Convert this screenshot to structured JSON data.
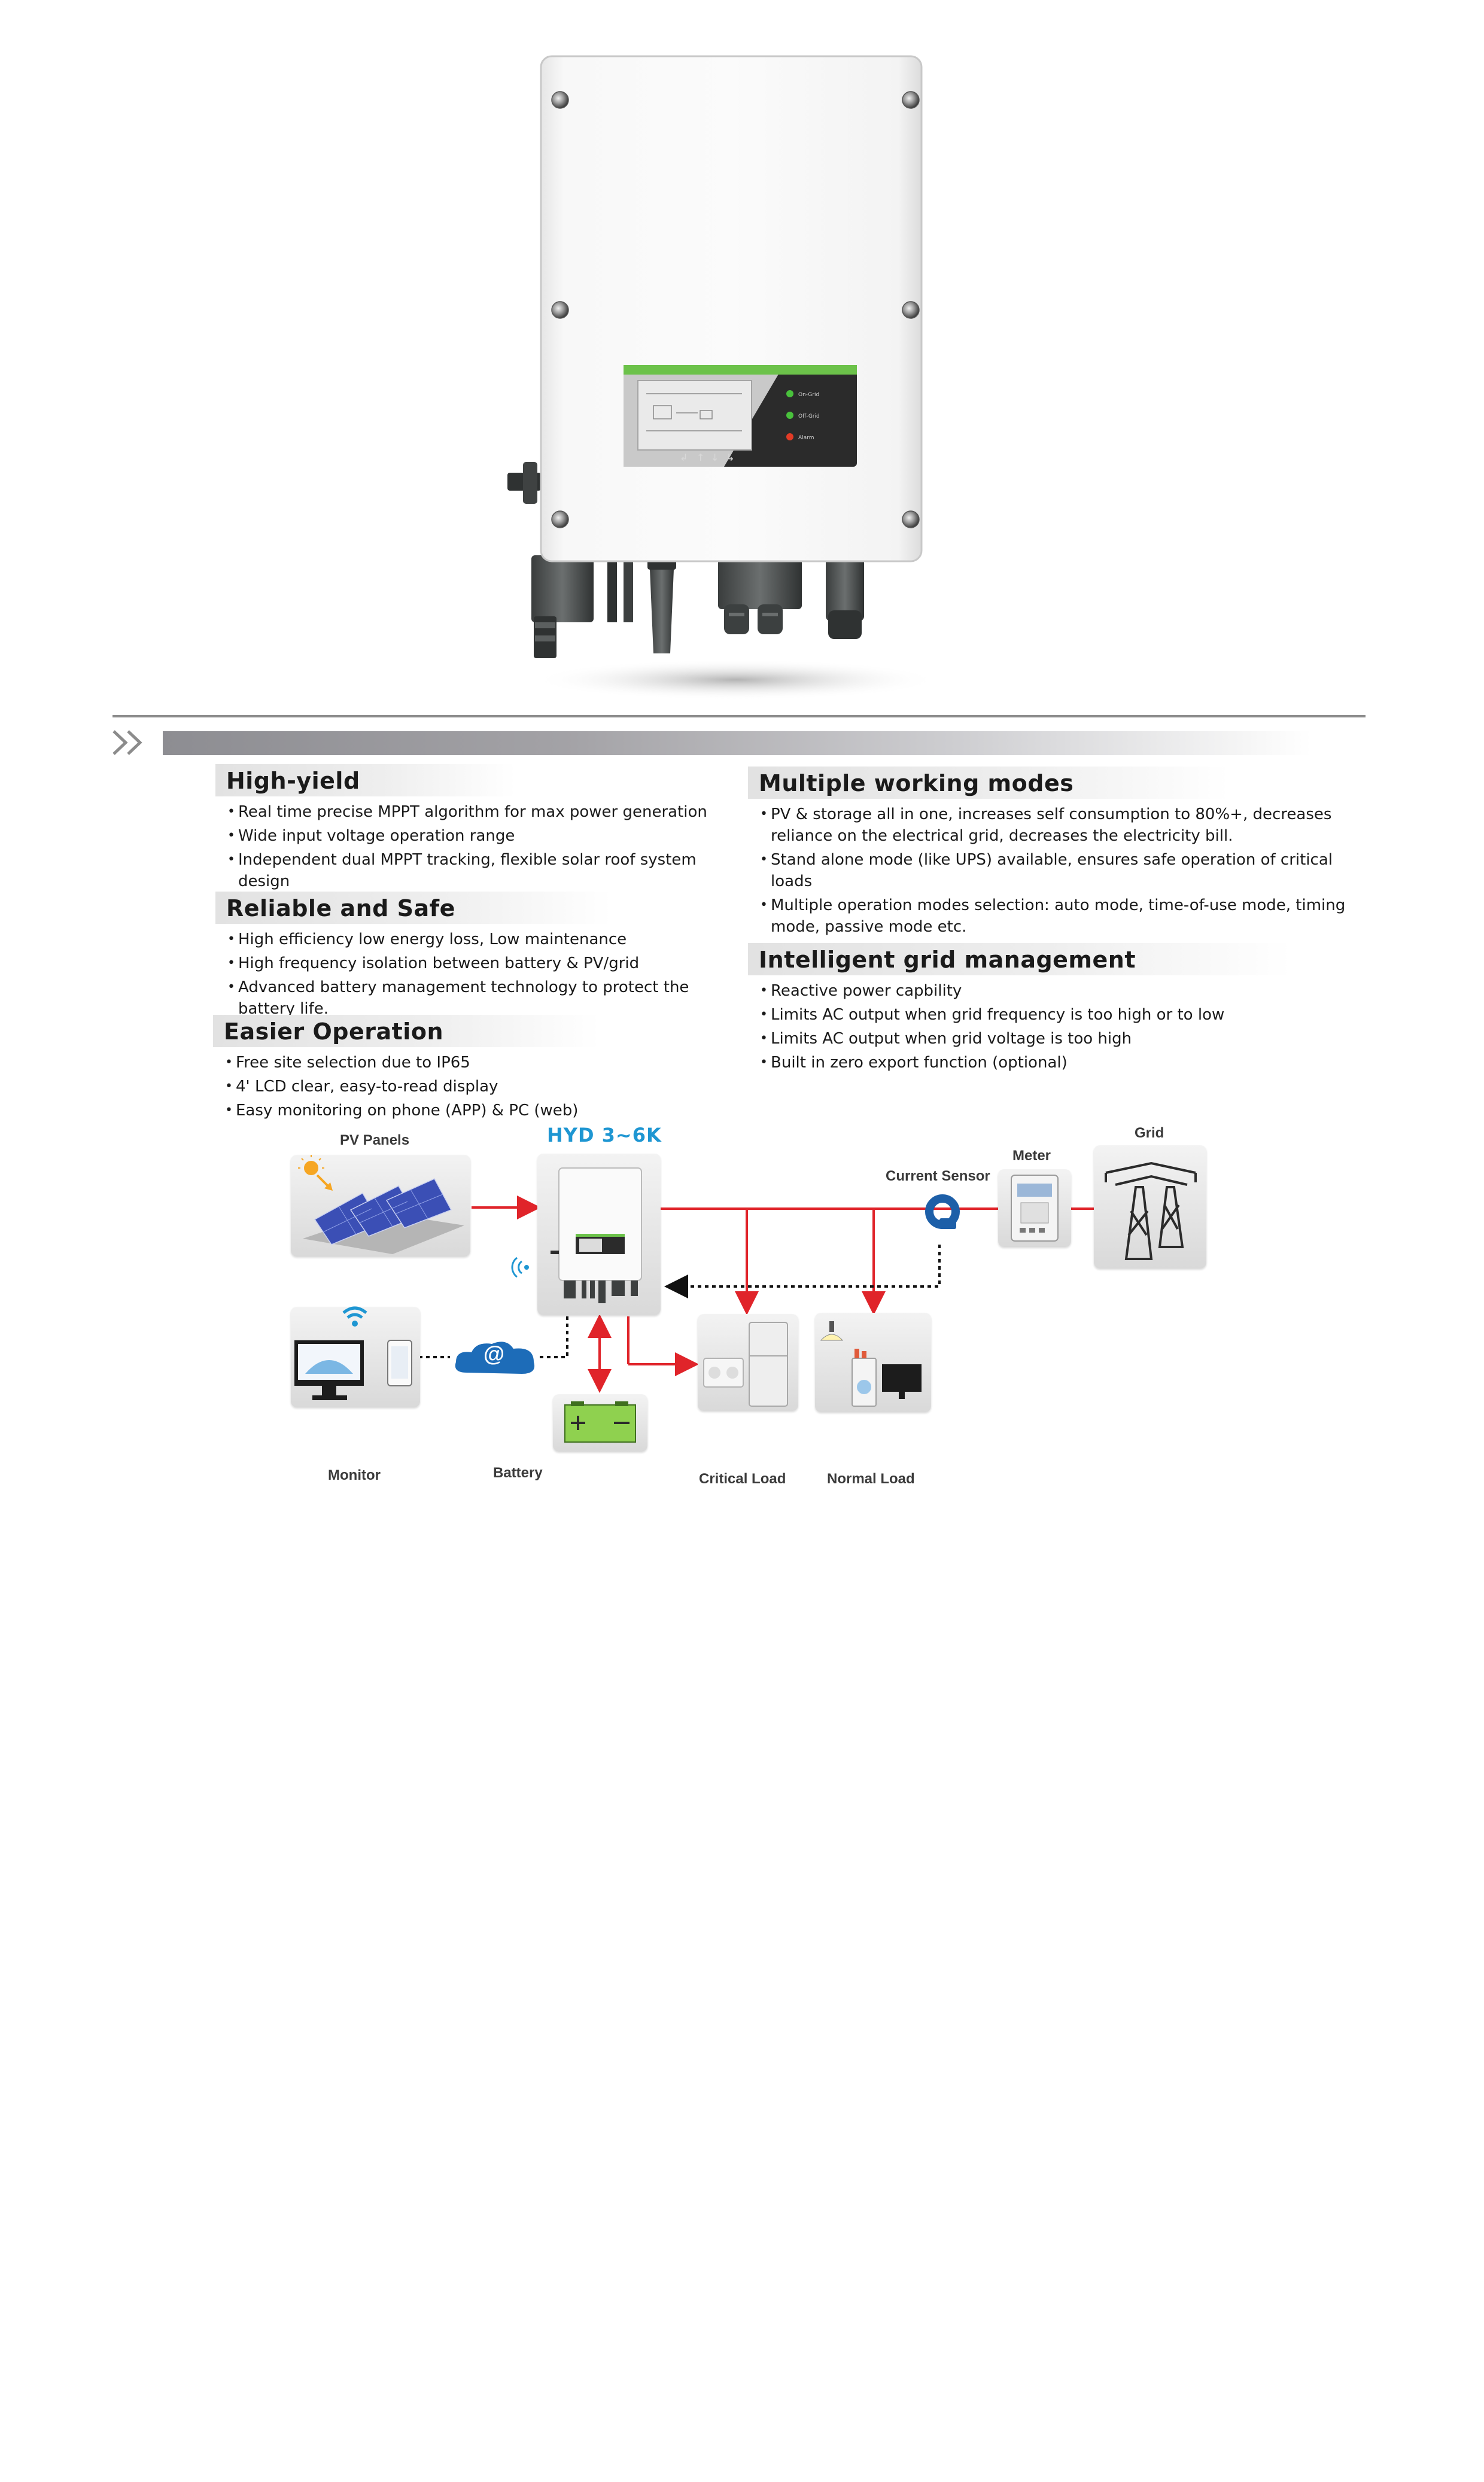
{
  "colors": {
    "title_bg": "#e4e4e4",
    "model_blue": "#1e96d2",
    "flow_red": "#e0242a",
    "battery_green": "#8fd14f",
    "banner_dark": "#8d8d92"
  },
  "product": {
    "panel_indicators": [
      "On-Grid",
      "Off-Grid",
      "Alarm"
    ]
  },
  "features": {
    "high_yield": {
      "title": "High-yield",
      "items": [
        "Real time precise MPPT algorithm for max power generation",
        "Wide input voltage operation range",
        "Independent dual MPPT tracking, flexible solar roof system design"
      ]
    },
    "reliable": {
      "title": "Reliable and Safe",
      "items": [
        "High efficiency low energy loss, Low maintenance",
        "High frequency isolation between battery & PV/grid",
        "Advanced battery management technology to protect the battery life."
      ]
    },
    "easier": {
      "title": "Easier Operation",
      "items": [
        "Free site selection due to IP65",
        "4' LCD clear, easy-to-read display",
        "Easy monitoring on phone (APP) & PC (web)"
      ]
    },
    "modes": {
      "title": "Multiple working modes",
      "items": [
        "PV & storage all in one, increases self consumption to 80%+, decreases reliance on the electrical grid, decreases the electricity bill.",
        "Stand alone mode (like UPS) available, ensures safe operation of critical loads",
        "Multiple operation modes selection: auto mode, time-of-use mode, timing mode, passive mode etc."
      ]
    },
    "grid_mgmt": {
      "title": "Intelligent grid management",
      "items": [
        "Reactive power capbility",
        "Limits AC output when grid frequency is too high or to low",
        "Limits AC output when grid voltage is too high",
        "Built in zero export function (optional)"
      ]
    }
  },
  "diagram": {
    "model": "HYD 3~6K",
    "pv_panels": "PV Panels",
    "grid": "Grid",
    "meter": "Meter",
    "current_sensor": "Current Sensor",
    "monitor": "Monitor",
    "battery": "Battery",
    "critical_load": "Critical Load",
    "normal_load": "Normal Load",
    "cloud_symbol": "@"
  }
}
